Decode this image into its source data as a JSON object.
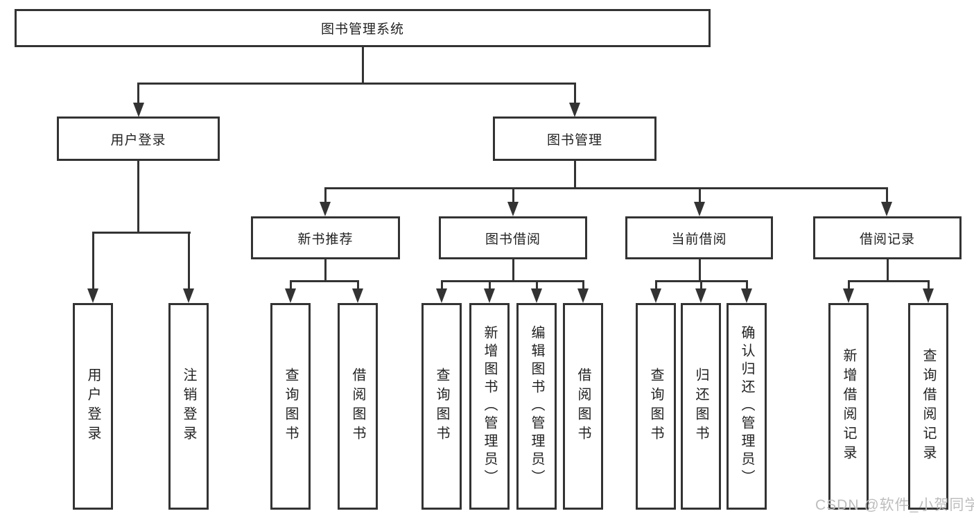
{
  "title": "图书管理系统",
  "level2": [
    {
      "label": "用户登录"
    },
    {
      "label": "图书管理"
    }
  ],
  "login_children": [
    "用户登录",
    "注销登录"
  ],
  "sections": [
    {
      "label": "新书推荐",
      "children": [
        "查询图书",
        "借阅图书"
      ]
    },
    {
      "label": "图书借阅",
      "children": [
        "查询图书",
        "新增图书（管理员）",
        "编辑图书（管理员）",
        "借阅图书"
      ]
    },
    {
      "label": "当前借阅",
      "children": [
        "查询图书",
        "归还图书",
        "确认归还（管理员）"
      ]
    },
    {
      "label": "借阅记录",
      "children": [
        "新增借阅记录",
        "查询借阅记录"
      ]
    }
  ],
  "watermark": "CSDN @软件_小贺同学",
  "colors": {
    "line": "#333333",
    "text": "#222222",
    "watermark": "#bdbdbd",
    "background": "#ffffff"
  }
}
